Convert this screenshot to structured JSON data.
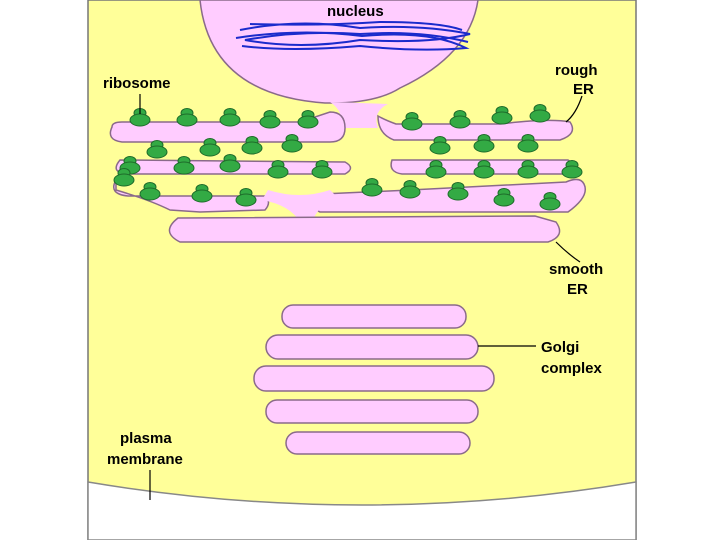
{
  "labels": {
    "nucleus": "nucleus",
    "ribosome": "ribosome",
    "rough_er_line1": "rough",
    "rough_er_line2": "ER",
    "smooth_er_line1": "smooth",
    "smooth_er_line2": "ER",
    "golgi_line1": "Golgi",
    "golgi_line2": "complex",
    "plasma_line1": "plasma",
    "plasma_line2": "membrane"
  },
  "colors": {
    "cytoplasm": "#ffff99",
    "organelle_fill": "#ffccff",
    "organelle_stroke": "#8a6a8a",
    "ribosome_fill": "#33aa44",
    "ribosome_stroke": "#1e6b2a",
    "chromatin": "#1a2bcc",
    "outside": "#ffffff"
  }
}
